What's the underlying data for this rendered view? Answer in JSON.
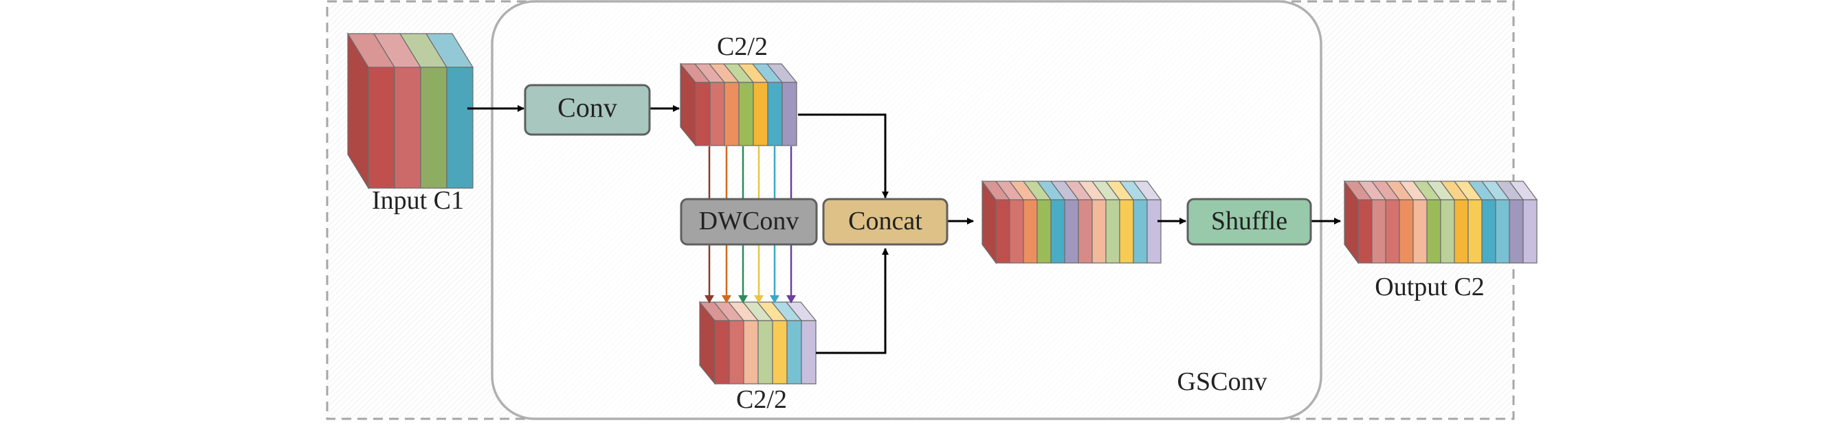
{
  "labels": {
    "input": "Input C1",
    "output": "Output C2",
    "top_feature": "C2/2",
    "bottom_feature": "C2/2",
    "module": "GSConv"
  },
  "blocks": {
    "conv": "Conv",
    "dwconv": "DWConv",
    "concat": "Concat",
    "shuffle": "Shuffle"
  },
  "colors": {
    "outer_border": "#a6a6a6",
    "module_border": "#b0b0b0",
    "conv_fill": "#a8c7bf",
    "dwconv_fill": "#a3a3a3",
    "concat_fill": "#ddc187",
    "shuffle_fill": "#97c9aa",
    "arrow": "#000000"
  },
  "channel_palettes": {
    "input": [
      "#c0504d",
      "#cc6a6a",
      "#8fad62",
      "#4ba5bb"
    ],
    "top_feature": [
      "#c0504d",
      "#d4736e",
      "#ec8f5e",
      "#9bbb59",
      "#f5b536",
      "#4bacc6",
      "#9f97bd"
    ],
    "bottom_feature": [
      "#c0504d",
      "#d4736e",
      "#f2b99b",
      "#bcd19a",
      "#f8cb55",
      "#78c1d3",
      "#c7bfdd"
    ],
    "concat_feature": [
      "#c0504d",
      "#d4736e",
      "#ec8f5e",
      "#9bbb59",
      "#4bacc6",
      "#9f97bd",
      "#d78b88",
      "#f2b99b",
      "#bcd19a",
      "#f8cb55",
      "#78c1d3",
      "#c7bfdd"
    ],
    "output_feature": [
      "#c0504d",
      "#d78b88",
      "#d4736e",
      "#ec8f5e",
      "#f2b99b",
      "#9bbb59",
      "#bcd19a",
      "#f5b536",
      "#f8cb55",
      "#4bacc6",
      "#78c1d3",
      "#9f97bd",
      "#c7bfdd"
    ],
    "dw_arrows": [
      "#8b3a2c",
      "#d2691e",
      "#2e8b57",
      "#e8c547",
      "#3aa7c8",
      "#6a3fa0"
    ]
  }
}
